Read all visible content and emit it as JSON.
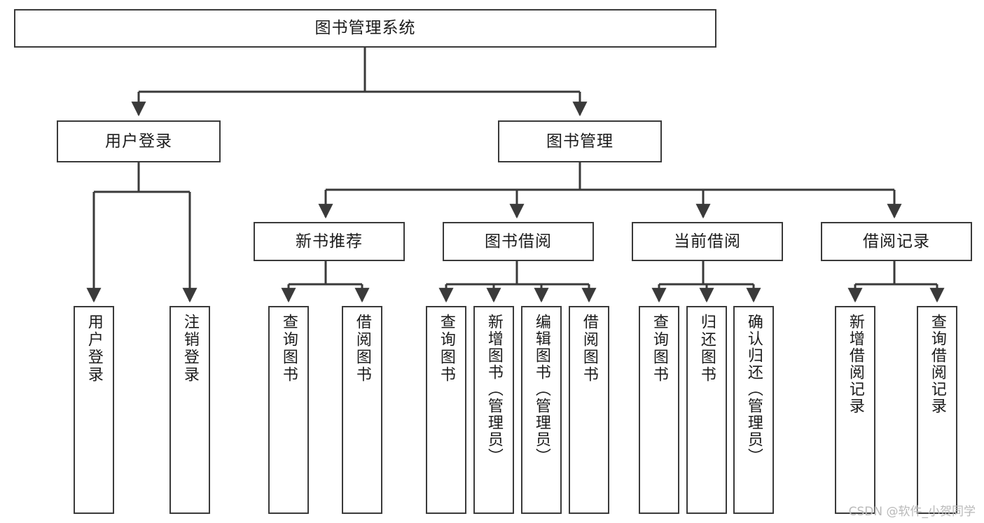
{
  "diagram": {
    "title": "图书管理系统",
    "type": "tree",
    "style": {
      "box_border_color": "#3a3a3a",
      "box_fill_color": "#ffffff",
      "line_color": "#3a3a3a",
      "text_color": "#1b1b1b",
      "background": "#ffffff"
    },
    "nodes": {
      "root": {
        "label": "图书管理系统"
      },
      "level2": [
        {
          "id": "user-login",
          "label": "用户登录"
        },
        {
          "id": "book-manage",
          "label": "图书管理"
        }
      ],
      "level3": [
        {
          "id": "new-book-recommend",
          "label": "新书推荐",
          "parent": "book-manage"
        },
        {
          "id": "book-borrow",
          "label": "图书借阅",
          "parent": "book-manage"
        },
        {
          "id": "current-borrow",
          "label": "当前借阅",
          "parent": "book-manage"
        },
        {
          "id": "borrow-record",
          "label": "借阅记录",
          "parent": "book-manage"
        }
      ],
      "leaves": {
        "user-login": [
          {
            "id": "leaf-user-login",
            "label": "用户登录"
          },
          {
            "id": "leaf-logout",
            "label": "注销登录"
          }
        ],
        "new-book-recommend": [
          {
            "id": "leaf-query-book-1",
            "label": "查询图书"
          },
          {
            "id": "leaf-borrow-book-1",
            "label": "借阅图书"
          }
        ],
        "book-borrow": [
          {
            "id": "leaf-query-book-2",
            "label": "查询图书"
          },
          {
            "id": "leaf-add-book",
            "label": "新增图书（管理员）"
          },
          {
            "id": "leaf-edit-book",
            "label": "编辑图书（管理员）"
          },
          {
            "id": "leaf-borrow-book-2",
            "label": "借阅图书"
          }
        ],
        "current-borrow": [
          {
            "id": "leaf-query-book-3",
            "label": "查询图书"
          },
          {
            "id": "leaf-return-book",
            "label": "归还图书"
          },
          {
            "id": "leaf-confirm-return",
            "label": "确认归还（管理员）"
          }
        ],
        "borrow-record": [
          {
            "id": "leaf-add-record",
            "label": "新增借阅记录"
          },
          {
            "id": "leaf-query-record",
            "label": "查询借阅记录"
          }
        ]
      }
    }
  },
  "watermark": {
    "text": "CSDN @软件_小贺同学"
  }
}
